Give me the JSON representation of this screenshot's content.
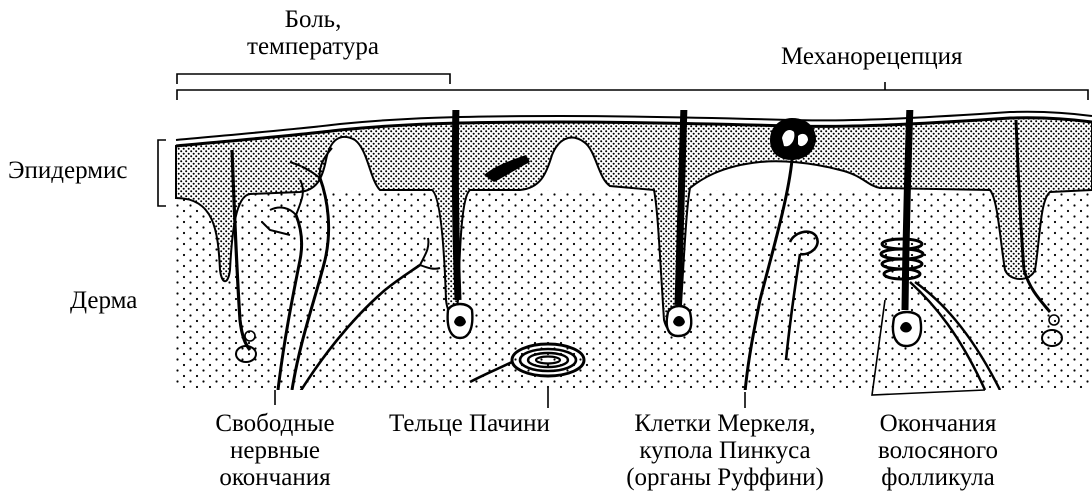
{
  "labels": {
    "pain_temperature": [
      "Боль,",
      "температура"
    ],
    "mechanoreception": "Механорецепция",
    "epidermis": "Эпидермис",
    "dermis": "Дерма",
    "free_nerve_endings": [
      "Свободные",
      "нервные",
      "окончания"
    ],
    "pacini": "Тельце Пачини",
    "merkel": [
      "Клетки Меркеля,",
      "купола Пинкуса",
      "(органы Руффини)"
    ],
    "follicle": [
      "Окончания",
      "волосяного",
      "фолликула"
    ]
  }
}
